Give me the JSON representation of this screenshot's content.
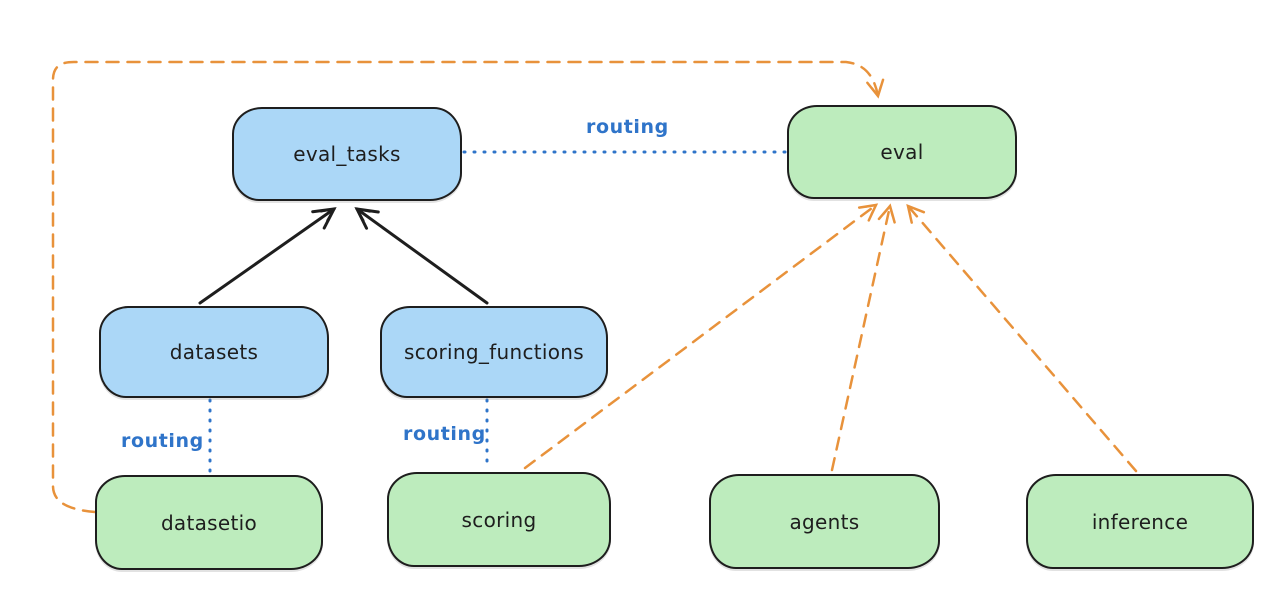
{
  "diagram": {
    "nodes": [
      {
        "id": "eval_tasks",
        "label": "eval_tasks",
        "kind": "resource",
        "fill": "#abd7f7"
      },
      {
        "id": "eval",
        "label": "eval",
        "kind": "api",
        "fill": "#bdecbd"
      },
      {
        "id": "datasets",
        "label": "datasets",
        "kind": "resource",
        "fill": "#abd7f7"
      },
      {
        "id": "scoring_functions",
        "label": "scoring_functions",
        "kind": "resource",
        "fill": "#abd7f7"
      },
      {
        "id": "datasetio",
        "label": "datasetio",
        "kind": "api",
        "fill": "#bdecbd"
      },
      {
        "id": "scoring",
        "label": "scoring",
        "kind": "api",
        "fill": "#bdecbd"
      },
      {
        "id": "agents",
        "label": "agents",
        "kind": "api",
        "fill": "#bdecbd"
      },
      {
        "id": "inference",
        "label": "inference",
        "kind": "api",
        "fill": "#bdecbd"
      }
    ],
    "edges": [
      {
        "from": "datasets",
        "to": "eval_tasks",
        "style": "solid-black-arrow"
      },
      {
        "from": "scoring_functions",
        "to": "eval_tasks",
        "style": "solid-black-arrow"
      },
      {
        "from": "eval_tasks",
        "to": "eval",
        "style": "dotted-blue",
        "label": "routing"
      },
      {
        "from": "datasets",
        "to": "datasetio",
        "style": "dotted-blue",
        "label": "routing"
      },
      {
        "from": "scoring_functions",
        "to": "scoring",
        "style": "dotted-blue",
        "label": "routing"
      },
      {
        "from": "datasetio",
        "to": "eval",
        "style": "dashed-orange-arrow"
      },
      {
        "from": "scoring",
        "to": "eval",
        "style": "dashed-orange-arrow"
      },
      {
        "from": "agents",
        "to": "eval",
        "style": "dashed-orange-arrow"
      },
      {
        "from": "inference",
        "to": "eval",
        "style": "dashed-orange-arrow"
      }
    ],
    "colors": {
      "background": "#ffffff",
      "node_stroke": "#1e1e1e",
      "blue_fill": "#abd7f7",
      "green_fill": "#bdecbd",
      "routing_blue": "#2f74c9",
      "orange_dash": "#e8923b",
      "black_arrow": "#1e1e1e"
    }
  }
}
